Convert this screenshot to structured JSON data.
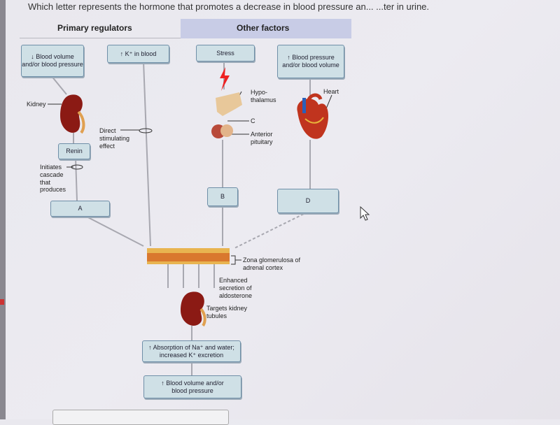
{
  "question": "Which letter represents the hormone that promotes a decrease in blood pressure an...                                                         ...ter in urine.",
  "headers": {
    "primary": "Primary regulators",
    "other": "Other factors"
  },
  "boxes": {
    "low_bv": "↓ Blood volume and/or blood pressure",
    "k_blood": "↑ K⁺ in blood",
    "stress": "Stress",
    "high_bp": "↑ Blood pressure and/or blood volume",
    "renin": "Renin",
    "a": "A",
    "b": "B",
    "d": "D",
    "absorption": "↑ Absorption of Na⁺ and water; increased K⁺ excretion",
    "result": "↑ Blood volume and/or blood pressure"
  },
  "labels": {
    "kidney": "Kidney",
    "direct": "Direct stimulating effect",
    "initiates": "Initiates cascade that produces",
    "hypothalamus": "Hypo-thalamus",
    "c": "C",
    "anterior_pituitary": "Anterior pituitary",
    "heart": "Heart",
    "zona": "Zona glomerulosa of adrenal cortex",
    "enhanced": "Enhanced secretion of aldosterone",
    "targets": "Targets kidney tubules"
  }
}
